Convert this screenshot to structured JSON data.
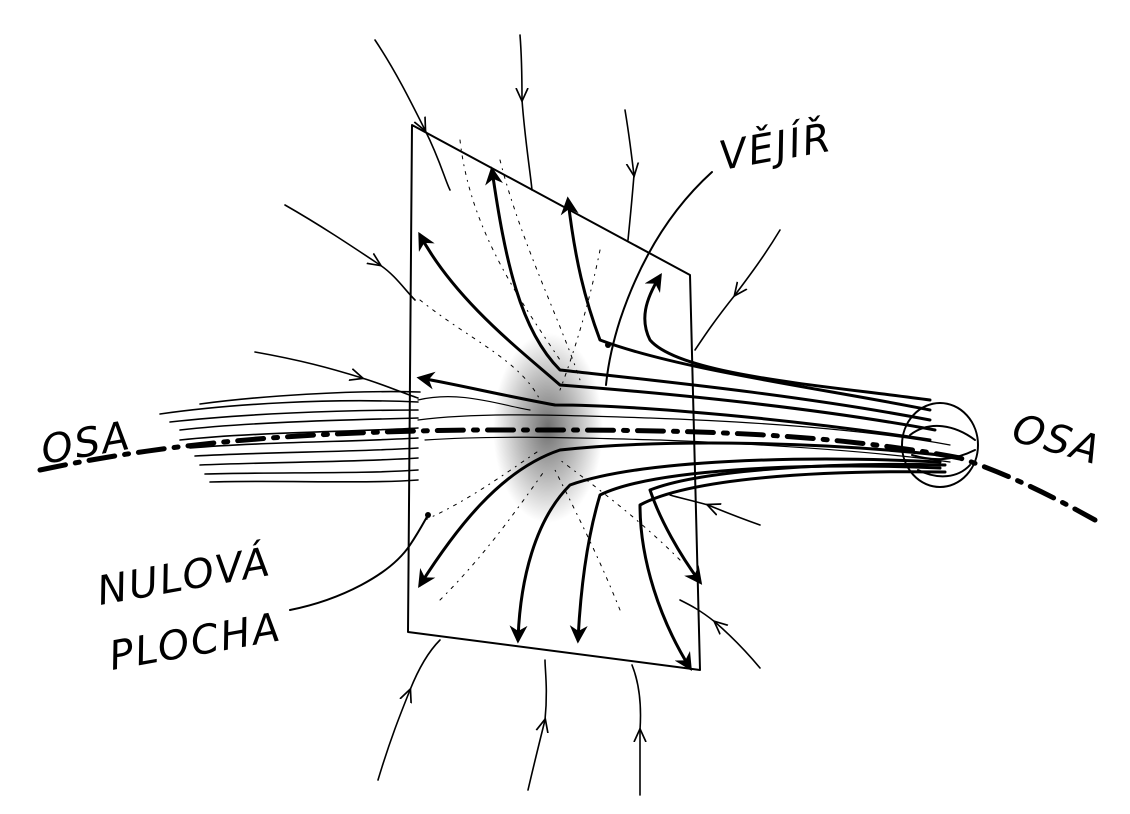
{
  "labels": {
    "axis_left": "OSA",
    "axis_right": "OSA",
    "fan": "VĚJÍŘ",
    "null_surface_line1": "NULOVÁ",
    "null_surface_line2": "PLOCHA"
  },
  "colors": {
    "ink": "#000000",
    "paper": "#ffffff"
  }
}
